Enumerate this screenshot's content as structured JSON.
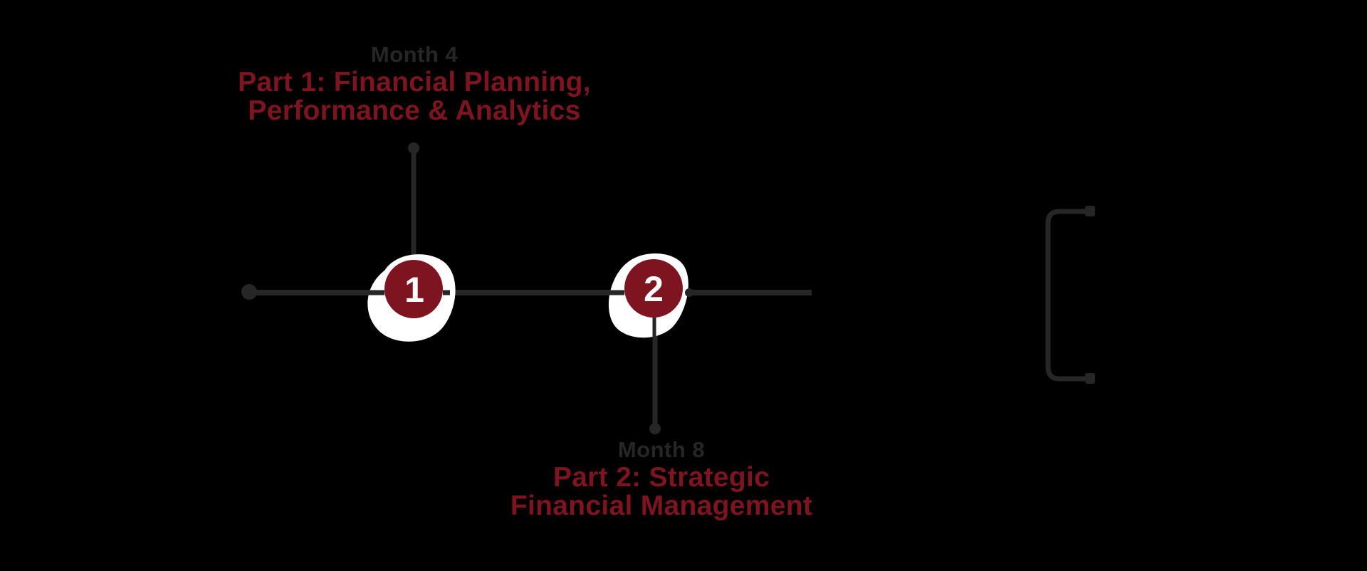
{
  "colors": {
    "background": "#000000",
    "line": "#262626",
    "accent": "#7d1420",
    "halo": "#ffffff",
    "number_text": "#ffffff"
  },
  "timeline": {
    "milestones": [
      {
        "number": "1",
        "month": "Month 4",
        "title_line1": "Part 1: Financial Planning,",
        "title_line2": "Performance & Analytics",
        "label_position": "above"
      },
      {
        "number": "2",
        "month": "Month 8",
        "title_line1": "Part 2: Strategic",
        "title_line2": "Financial Management",
        "label_position": "below"
      }
    ]
  }
}
